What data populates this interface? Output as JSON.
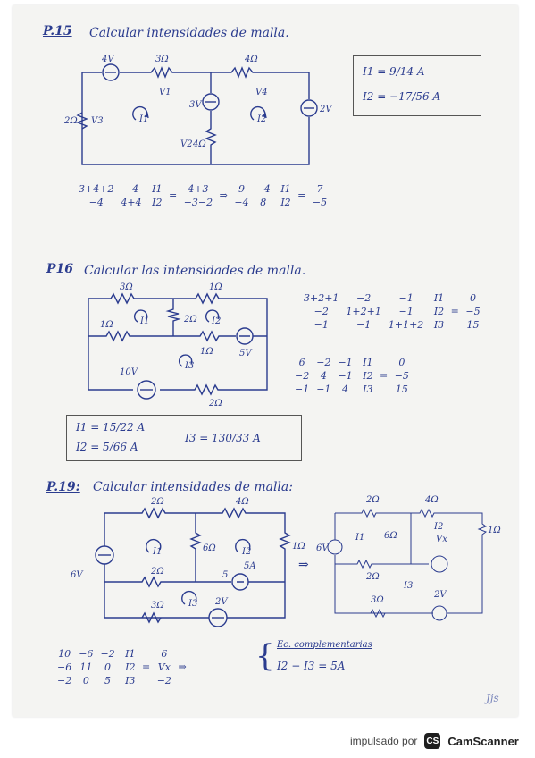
{
  "p15": {
    "label": "P.15",
    "title": "Calcular intensidades de malla.",
    "circuit": {
      "src_4v": "4V",
      "r_3": "3Ω",
      "r_4": "4Ω",
      "r_2": "2Ω",
      "src_3v": "3V",
      "r_4b": "4Ω",
      "src_2v": "2V",
      "v1": "V1",
      "v2": "V2",
      "v3": "V3",
      "v4": "V4",
      "i1": "I1",
      "i2": "I2"
    },
    "result": {
      "i1": "I1 = 9/14 A",
      "i2": "I2 = −17/56 A"
    },
    "matrix_lhs": [
      [
        "3+4+2",
        "−4"
      ],
      [
        "−4",
        "4+4"
      ]
    ],
    "vec_i": [
      "I1",
      "I2"
    ],
    "vec_rhs": [
      "4+3",
      "−3−2"
    ],
    "arrow": "⇒",
    "matrix2": [
      [
        "9",
        "−4"
      ],
      [
        "−4",
        "8"
      ]
    ],
    "vec_rhs2": [
      "7",
      "−5"
    ]
  },
  "p16": {
    "label": "P16",
    "title": "Calcular las intensidades de malla.",
    "circuit": {
      "r_3": "3Ω",
      "r_1a": "1Ω",
      "r_1b": "1Ω",
      "r_2": "2Ω",
      "r_1c": "1Ω",
      "src_5v": "5V",
      "src_10v": "10V",
      "r_2b": "2Ω",
      "i1": "I1",
      "i2": "I2",
      "i3": "I3"
    },
    "matrix_lhs": [
      [
        "3+2+1",
        "−2",
        "−1"
      ],
      [
        "−2",
        "1+2+1",
        "−1"
      ],
      [
        "−1",
        "−1",
        "1+1+2"
      ]
    ],
    "vec_i": [
      "I1",
      "I2",
      "I3"
    ],
    "vec_rhs": [
      "0",
      "−5",
      "15"
    ],
    "matrix2": [
      [
        "6",
        "−2",
        "−1"
      ],
      [
        "−2",
        "4",
        "−1"
      ],
      [
        "−1",
        "−1",
        "4"
      ]
    ],
    "vec_rhs2": [
      "0",
      "−5",
      "15"
    ],
    "result": {
      "i1": "I1 = 15/22 A",
      "i2": "I2 = 5/66 A",
      "i3": "I3 = 130/33 A"
    }
  },
  "p19": {
    "label": "P.19:",
    "title": "Calcular intensidades de malla:",
    "circuit": {
      "r_2": "2Ω",
      "r_4": "4Ω",
      "src_6v": "6V",
      "r_6": "6Ω",
      "r_1": "1Ω",
      "r_2b": "2Ω",
      "cs_5a": "5A",
      "r_3": "3Ω",
      "src_2v": "2V",
      "i1": "I1",
      "i2": "I2",
      "i3": "I3",
      "n5": "5"
    },
    "arrow": "⇒",
    "circuit2": {
      "r_2": "2Ω",
      "r_4": "4Ω",
      "r_1": "1Ω",
      "src_6v": "6V",
      "r_6": "6Ω",
      "r_2b": "2Ω",
      "r_3": "3Ω",
      "src_2v": "2V",
      "vx": "Vx",
      "i1": "I1",
      "i2": "I2",
      "i3": "I3"
    },
    "matrix_lhs": [
      [
        "10",
        "−6",
        "−2"
      ],
      [
        "−6",
        "11",
        "0"
      ],
      [
        "−2",
        "0",
        "5"
      ]
    ],
    "vec_i": [
      "I1",
      "I2",
      "I3"
    ],
    "vec_rhs": [
      "6",
      "Vx",
      "−2"
    ],
    "ec_label": "Ec. complementarias",
    "ec_eq": "I2 − I3 = 5A",
    "signature": "Jjs"
  },
  "footer": {
    "text": "impulsado por",
    "logo": "CS",
    "brand": "CamScanner"
  }
}
